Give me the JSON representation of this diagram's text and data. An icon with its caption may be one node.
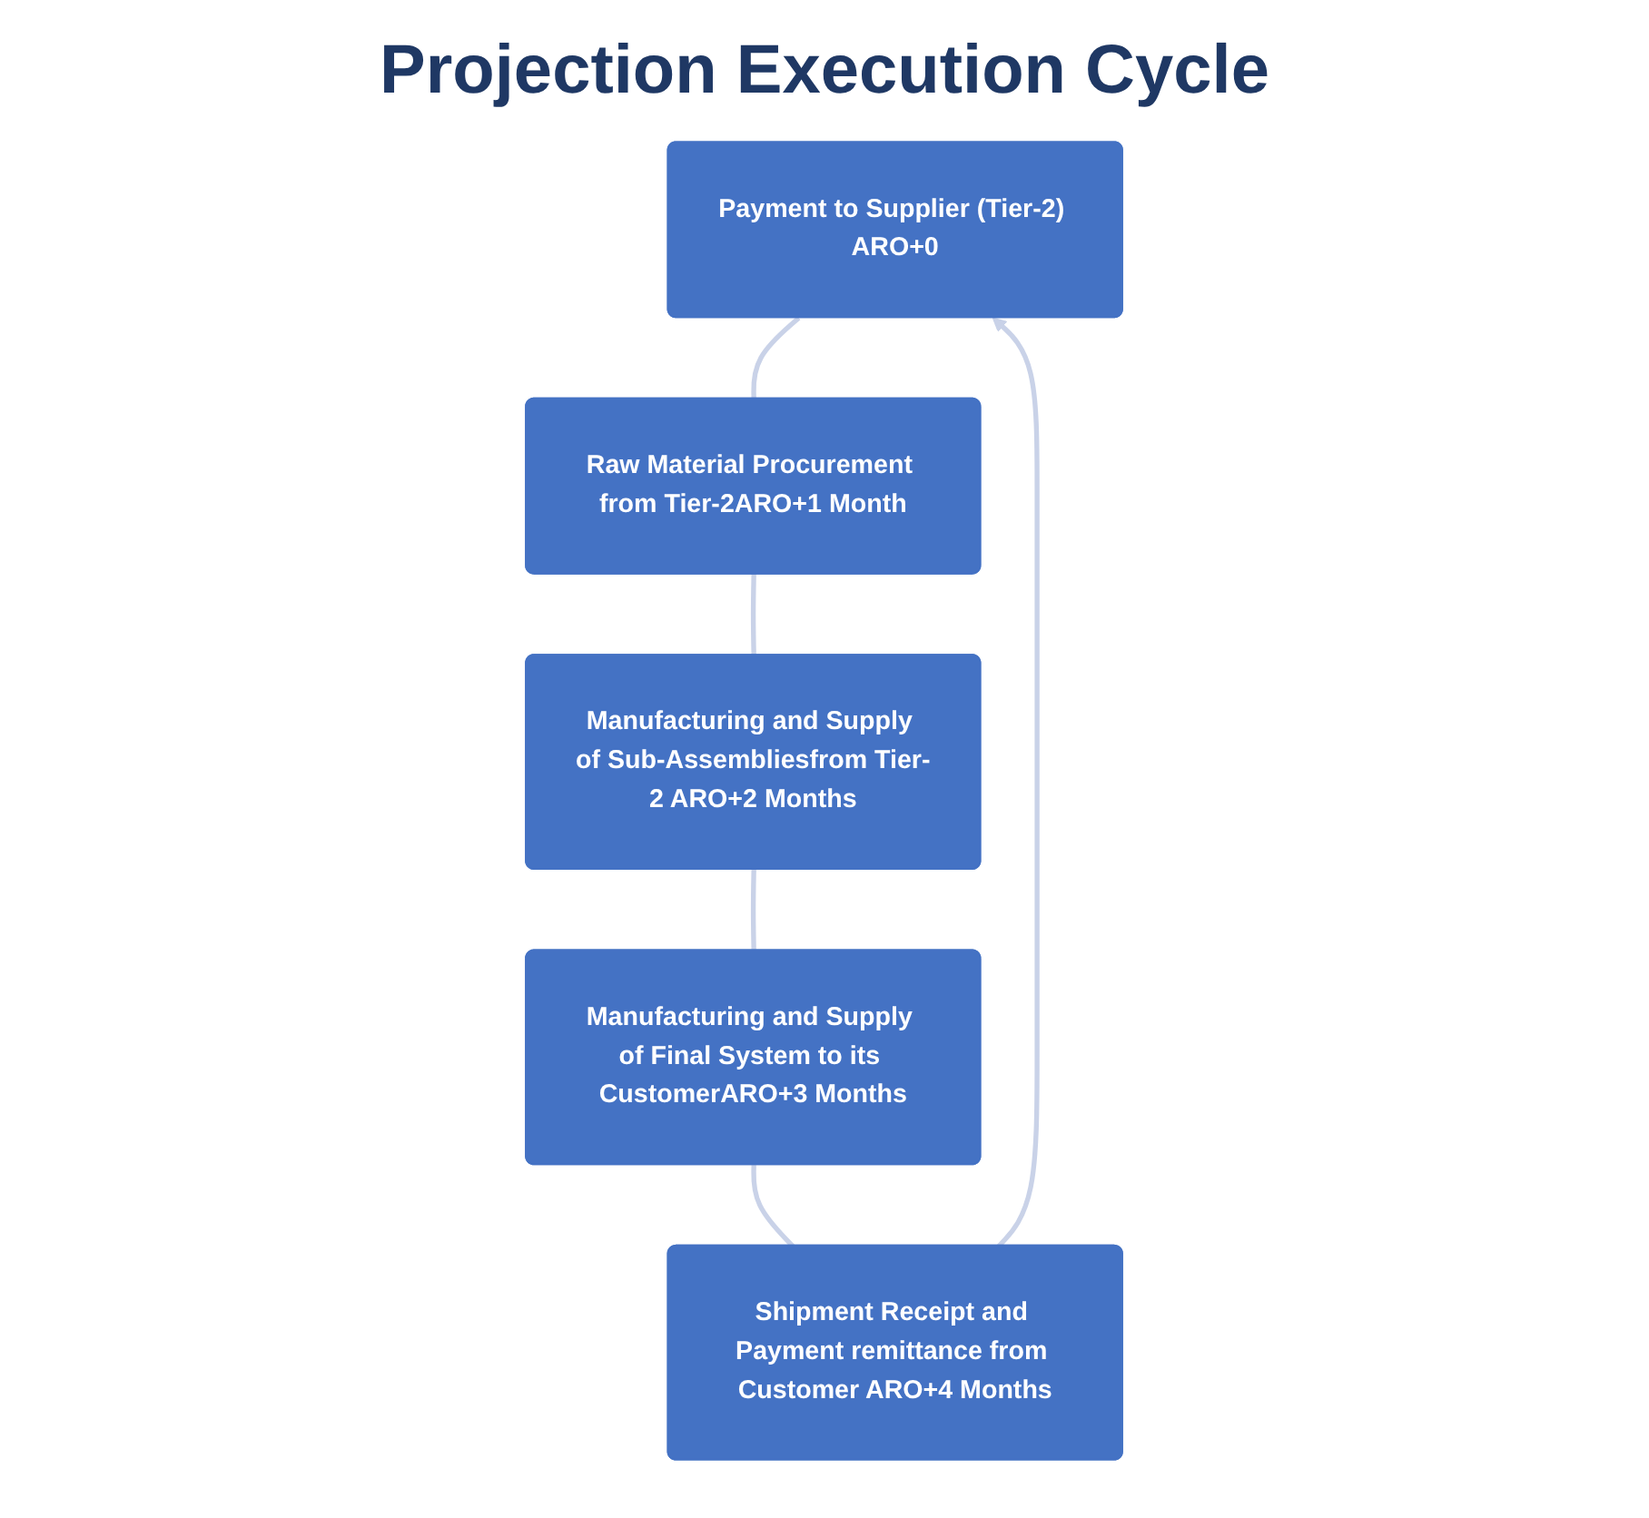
{
  "diagram": {
    "title": "Projection Execution Cycle",
    "nodes": [
      {
        "text": [
          "Payment to Supplier (Tier-2) ARO+0"
        ]
      },
      {
        "text": [
          "Raw Material Procurement from Tier-2ARO+1 Month"
        ]
      },
      {
        "text": [
          "Manufacturing and Supply of Sub-Assembliesfrom Tier-2 ARO+2 Months"
        ]
      },
      {
        "text": [
          "Manufacturing and Supply of Final System to its CustomerARO+3 Months"
        ]
      },
      {
        "text": [
          "Shipment Receipt and Payment remittance from Customer ARO+4 Months"
        ]
      }
    ],
    "edges": [
      {
        "from": 0,
        "to": 1,
        "arrow": "none"
      },
      {
        "from": 1,
        "to": 2,
        "arrow": "none"
      },
      {
        "from": 2,
        "to": 3,
        "arrow": "none"
      },
      {
        "from": 3,
        "to": 4,
        "arrow": "none"
      },
      {
        "from": 4,
        "to": 0,
        "arrow": "to"
      }
    ]
  }
}
